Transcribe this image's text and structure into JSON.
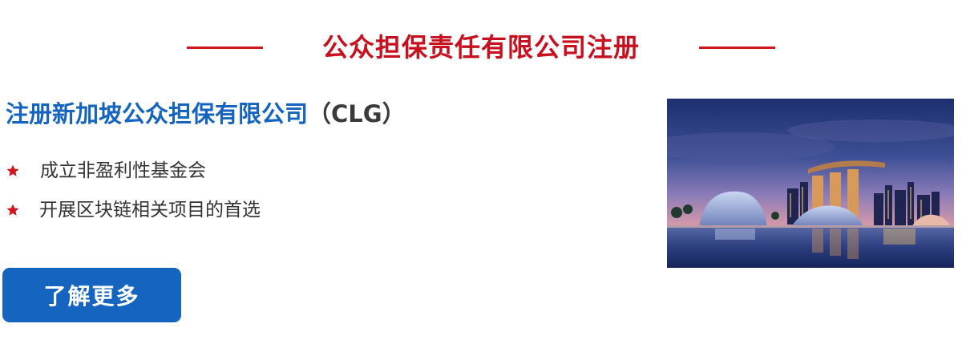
{
  "section": {
    "title": "公众担保责任有限公司注册"
  },
  "content": {
    "title_main": "注册新加坡公众担保有限公司",
    "title_suffix": "（CLG）",
    "features": [
      "成立非盈利性基金会",
      "开展区块链相关项目的首选"
    ],
    "button_label": "了解更多"
  },
  "colors": {
    "accent_red": "#c8101e",
    "brand_blue": "#1565c0"
  },
  "icons": {
    "bullet": "star-icon"
  }
}
